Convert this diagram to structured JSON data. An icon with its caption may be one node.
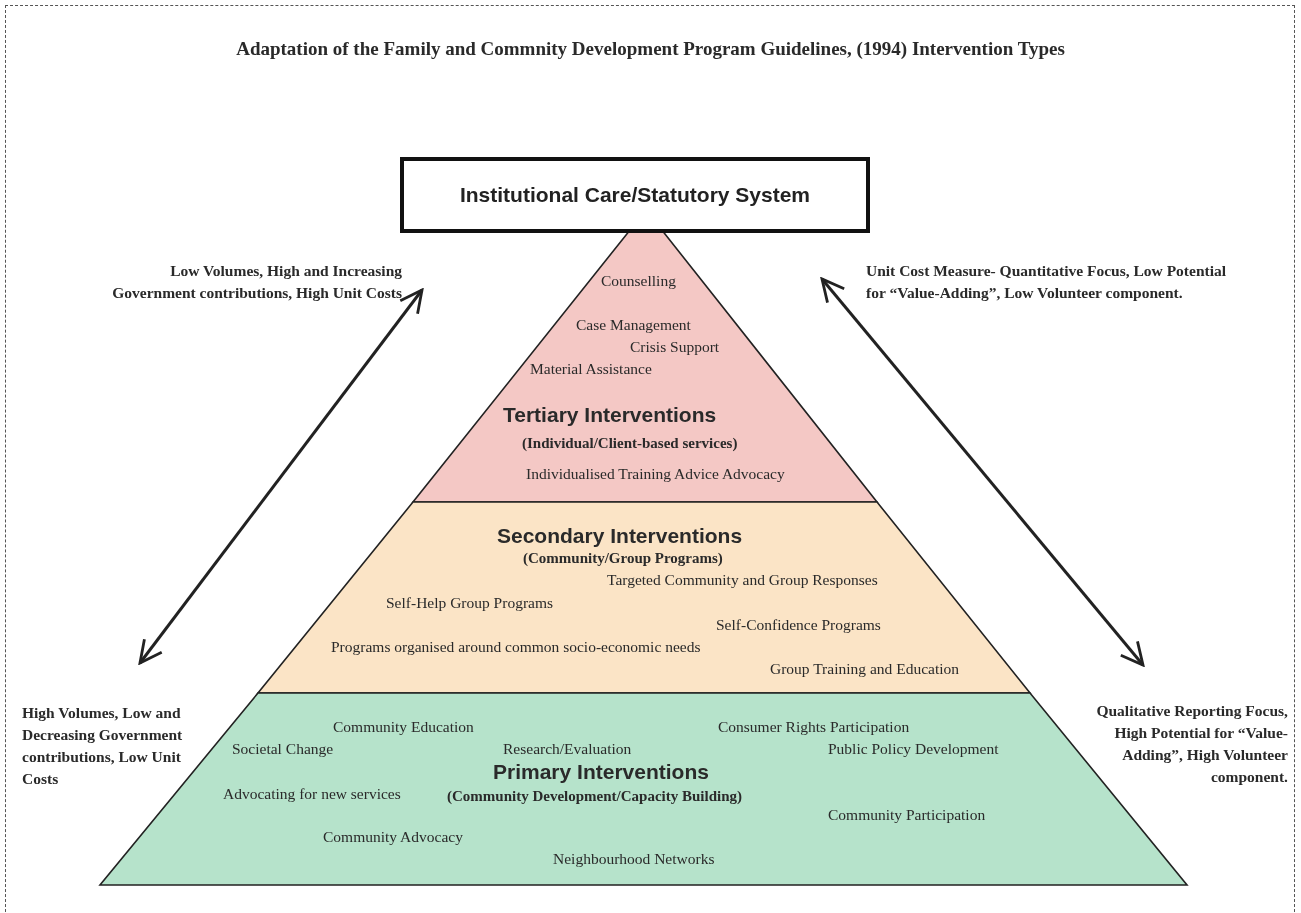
{
  "diagram": {
    "title": "Adaptation of the Family and Commnity Development Program Guidelines, (1994) Intervention Types",
    "nodes": [
      {
        "text": [
          "Institutional Care/Statutory System"
        ]
      },
      {
        "text": [
          "Counselling",
          "Case Management",
          "Crisis Support",
          "Material Assistance",
          "Tertiary Interventions",
          "(Individual/Client-based services)",
          "Individualised Training Advice Advocacy"
        ]
      },
      {
        "text": [
          "Secondary Interventions",
          "(Community/Group  Programs)",
          "Targeted Community and Group Responses",
          "Self-Help Group Programs",
          "Self-Confidence Programs",
          "Programs organised around common socio-economic needs",
          "Group Training and Education"
        ]
      },
      {
        "text": [
          "Community Education",
          "Consumer Rights Participation",
          "Societal Change",
          "Research/Evaluation",
          "Public Policy Development",
          "Primary Interventions",
          "Advocating for new services",
          "(Community Development/Capacity Building)",
          "Community Participation",
          "Community Advocacy",
          "Neighbourhood Networks"
        ]
      },
      {
        "text": [
          "Low Volumes, High and Increasing Government contributions, High Unit Costs"
        ]
      },
      {
        "text": [
          "Unit Cost Measure- Quantitative Focus, Low Potential for “Value-Adding”, Low Volunteer component."
        ]
      },
      {
        "text": [
          "High Volumes, Low and Decreasing Government contributions, Low Unit Costs"
        ]
      },
      {
        "text": [
          "Qualitative Reporting Focus, High Potential for “Value-Adding”, High Volunteer component."
        ]
      }
    ],
    "edges": [
      {
        "from": 4,
        "to": 6,
        "arrow": "both"
      },
      {
        "from": 5,
        "to": 7,
        "arrow": "both"
      }
    ]
  }
}
